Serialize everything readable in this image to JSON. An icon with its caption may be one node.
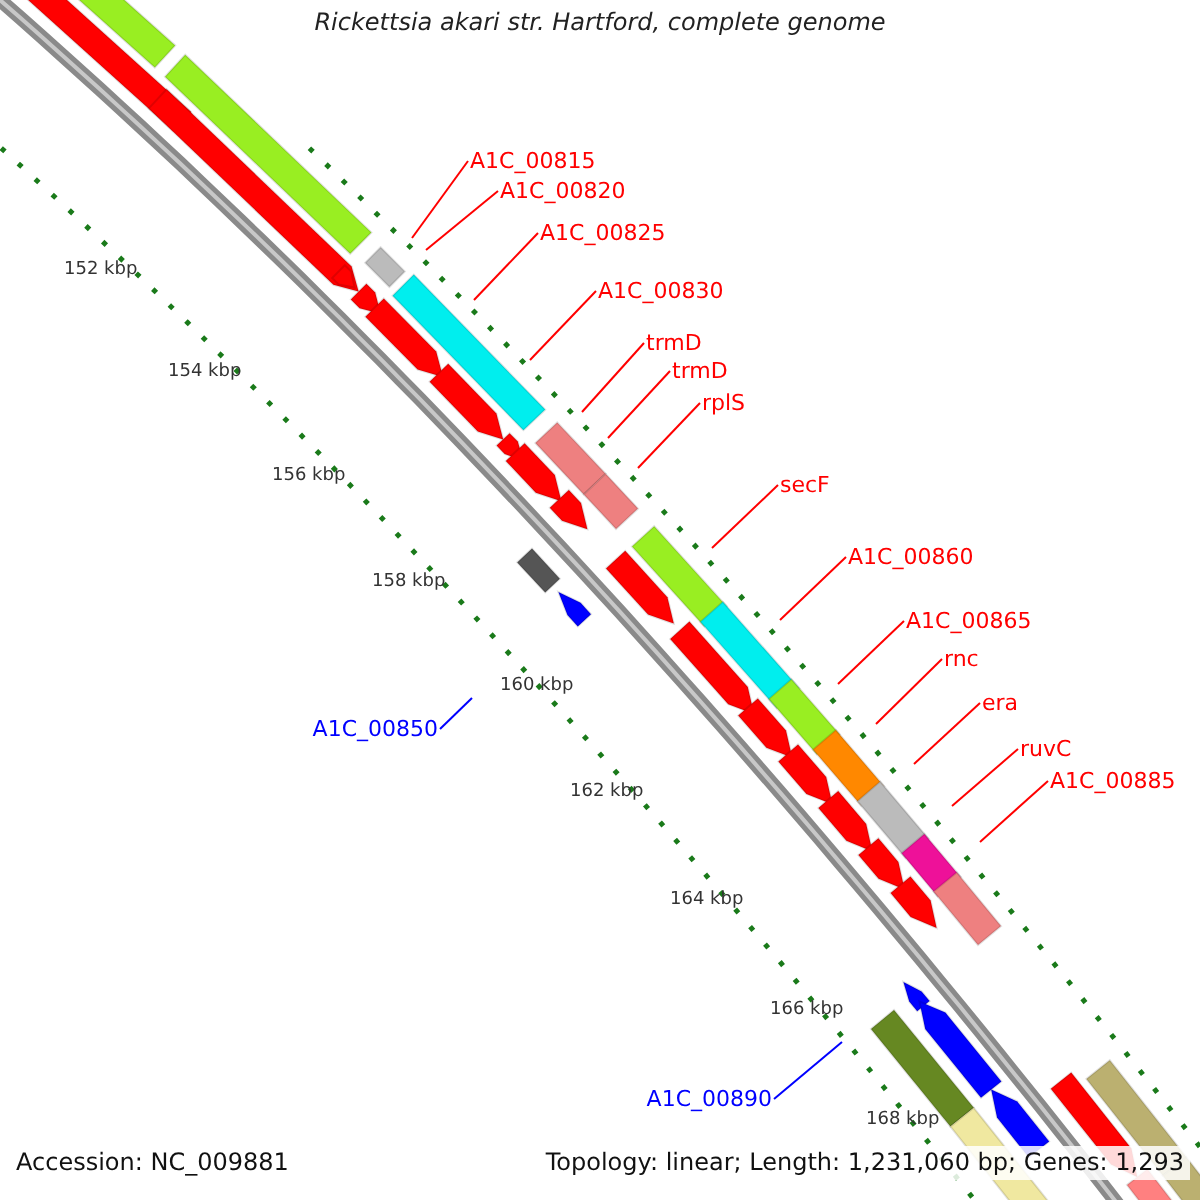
{
  "diagram": {
    "title": "Rickettsia akari str. Hartford, complete genome",
    "nodes": [
      {
        "text": [
          "A1C_00815"
        ]
      },
      {
        "text": [
          "A1C_00820"
        ]
      },
      {
        "text": [
          "A1C_00825"
        ]
      },
      {
        "text": [
          "A1C_00830"
        ]
      },
      {
        "text": [
          "trmD"
        ]
      },
      {
        "text": [
          "trmD"
        ]
      },
      {
        "text": [
          "rplS"
        ]
      },
      {
        "text": [
          "secF"
        ]
      },
      {
        "text": [
          "A1C_00860"
        ]
      },
      {
        "text": [
          "A1C_00865"
        ]
      },
      {
        "text": [
          "rnc"
        ]
      },
      {
        "text": [
          "era"
        ]
      },
      {
        "text": [
          "ruvC"
        ]
      },
      {
        "text": [
          "A1C_00885"
        ]
      },
      {
        "text": [
          "A1C_00850"
        ]
      },
      {
        "text": [
          "A1C_00890"
        ]
      }
    ],
    "edges": [
      {
        "from": 0,
        "to": null,
        "arrow": "none"
      },
      {
        "from": 1,
        "to": null,
        "arrow": "none"
      },
      {
        "from": 2,
        "to": null,
        "arrow": "none"
      },
      {
        "from": 3,
        "to": null,
        "arrow": "none"
      },
      {
        "from": 4,
        "to": null,
        "arrow": "none"
      },
      {
        "from": 5,
        "to": null,
        "arrow": "none"
      },
      {
        "from": 6,
        "to": null,
        "arrow": "none"
      },
      {
        "from": 7,
        "to": null,
        "arrow": "none"
      },
      {
        "from": 8,
        "to": null,
        "arrow": "none"
      },
      {
        "from": 9,
        "to": null,
        "arrow": "none"
      },
      {
        "from": 10,
        "to": null,
        "arrow": "none"
      },
      {
        "from": 11,
        "to": null,
        "arrow": "none"
      },
      {
        "from": 12,
        "to": null,
        "arrow": "none"
      },
      {
        "from": 13,
        "to": null,
        "arrow": "none"
      },
      {
        "from": 14,
        "to": null,
        "arrow": "none",
        "color": "#0000ff"
      },
      {
        "from": 15,
        "to": null,
        "arrow": "none",
        "color": "#0000ff"
      }
    ],
    "labels": [
      "152 kbp",
      "154 kbp",
      "156 kbp",
      "158 kbp",
      "160 kbp",
      "162 kbp",
      "164 kbp",
      "166 kbp",
      "168 kbp",
      "Accession: NC_009881",
      "Topology: linear; Length: 1,231,060 bp; Genes: 1,293"
    ]
  }
}
